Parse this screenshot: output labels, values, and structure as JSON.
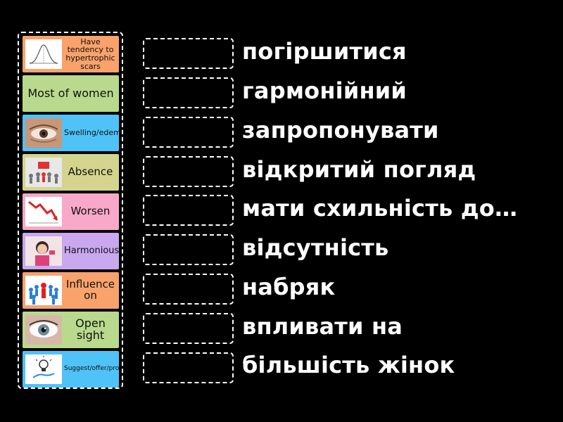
{
  "cards": [
    {
      "label": "Have tendency to hypertrophic scars",
      "color": "#f9a26c",
      "image": "curve-chart-icon",
      "font_size": 11
    },
    {
      "label": "Most of women",
      "color": "#b9d98c",
      "image": "",
      "font_size": 16
    },
    {
      "label": "Swelling/edema",
      "color": "#4fc3f7",
      "image": "eye-swelling-icon",
      "font_size": 11
    },
    {
      "label": "Absence",
      "color": "#d4d48e",
      "image": "absence-crowd-icon",
      "font_size": 15
    },
    {
      "label": "Worsen",
      "color": "#f8a8c8",
      "image": "down-trend-icon",
      "font_size": 15
    },
    {
      "label": "Harmonious",
      "color": "#c9a8f0",
      "image": "woman-portrait-icon",
      "font_size": 13
    },
    {
      "label": "Influence on",
      "color": "#f9a26c",
      "image": "influence-figures-icon",
      "font_size": 15
    },
    {
      "label": "Open sight",
      "color": "#b9d98c",
      "image": "open-eye-icon",
      "font_size": 16
    },
    {
      "label": "Suggest/offer/propose",
      "color": "#4fc3f7",
      "image": "lightbulb-hand-icon",
      "font_size": 9
    }
  ],
  "words": [
    "погіршитися",
    "гармонійний",
    "запропонувати",
    "відкритий погляд",
    "мати схильність до…",
    "відсутність",
    "набряк",
    "впливати на",
    "більшість жінок"
  ]
}
